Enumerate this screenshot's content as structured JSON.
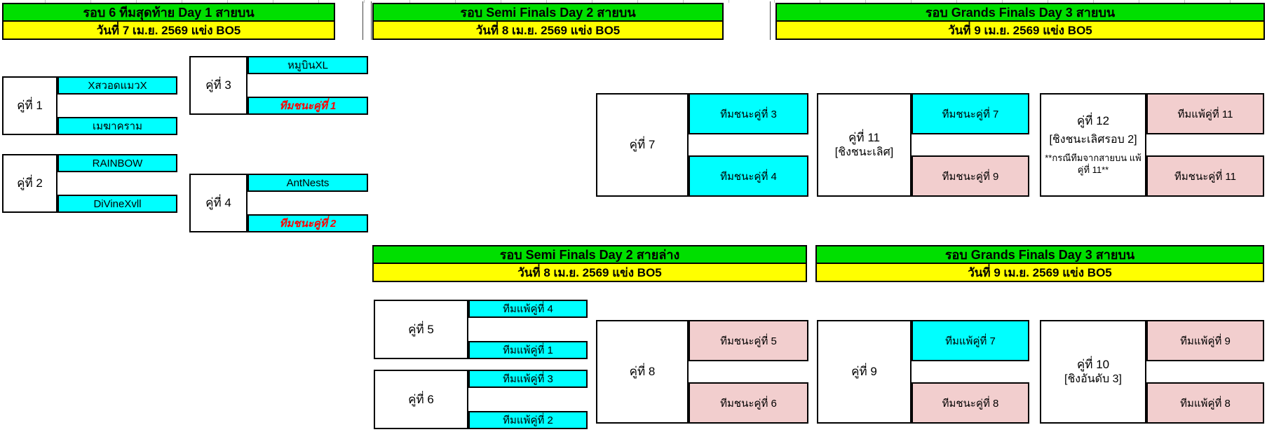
{
  "colors": {
    "green": "#00df00",
    "yellow": "#ffff00",
    "cyan": "#00ffff",
    "pink": "#f2cece",
    "red": "#ff0000",
    "border": "#000000"
  },
  "headers": [
    {
      "title": "รอบ 6 ทีมสุดท้าย Day 1 สายบน",
      "subtitle": "วันที่ 7 เม.ย. 2569 แข่ง BO5"
    },
    {
      "title": "รอบ Semi Finals Day 2 สายบน",
      "subtitle": "วันที่ 8 เม.ย. 2569 แข่ง BO5"
    },
    {
      "title": "รอบ Grands Finals Day 3 สายบน",
      "subtitle": "วันที่ 9 เม.ย. 2569 แข่ง BO5"
    },
    {
      "title": "รอบ Semi Finals Day 2 สายล่าง",
      "subtitle": "วันที่ 8 เม.ย. 2569 แข่ง BO5"
    },
    {
      "title": "รอบ Grands Finals Day 3 สายบน",
      "subtitle": "วันที่ 9 เม.ย. 2569 แข่ง BO5"
    }
  ],
  "matches": [
    {
      "label": "คู่ที่ 1",
      "slots": [
        {
          "text": "XสวอดแมวX"
        },
        {
          "text": "เมฆาคราม"
        }
      ]
    },
    {
      "label": "คู่ที่ 2",
      "slots": [
        {
          "text": "RAINBOW"
        },
        {
          "text": "DiVineXvll"
        }
      ]
    },
    {
      "label": "คู่ที่ 3",
      "slots": [
        {
          "text": "หมูบินXL"
        },
        {
          "text": "ทีมชนะคู่ที่ 1"
        }
      ]
    },
    {
      "label": "คู่ที่ 4",
      "slots": [
        {
          "text": "AntNests"
        },
        {
          "text": "ทีมชนะคู่ที่ 2"
        }
      ]
    },
    {
      "label": "คู่ที่ 7",
      "slots": [
        {
          "text": "ทีมชนะคู่ที่ 3"
        },
        {
          "text": "ทีมชนะคู่ที่ 4"
        }
      ]
    },
    {
      "label": "คู่ที่ 11",
      "sublabel": "[ชิงชนะเลิศ]",
      "slots": [
        {
          "text": "ทีมชนะคู่ที่ 7"
        },
        {
          "text": "ทีมชนะคู่ที่ 9"
        }
      ]
    },
    {
      "label": "คู่ที่ 12",
      "sublabel": "[ชิงชนะเลิศรอบ 2]",
      "note": "**กรณีทีมจากสายบน แพ้คู่ที่ 11**",
      "slots": [
        {
          "text": "ทีมแพ้คู่ที่ 11"
        },
        {
          "text": "ทีมชนะคู่ที่ 11"
        }
      ]
    },
    {
      "label": "คู่ที่ 5",
      "slots": [
        {
          "text": "ทีมแพ้คู่ที่ 4"
        },
        {
          "text": "ทีมแพ้คู่ที่ 1"
        }
      ]
    },
    {
      "label": "คู่ที่ 6",
      "slots": [
        {
          "text": "ทีมแพ้คู่ที่ 3"
        },
        {
          "text": "ทีมแพ้คู่ที่ 2"
        }
      ]
    },
    {
      "label": "คู่ที่ 8",
      "slots": [
        {
          "text": "ทีมชนะคู่ที่ 5"
        },
        {
          "text": "ทีมชนะคู่ที่ 6"
        }
      ]
    },
    {
      "label": "คู่ที่ 9",
      "slots": [
        {
          "text": "ทีมแพ้คู่ที่ 7"
        },
        {
          "text": "ทีมชนะคู่ที่ 8"
        }
      ]
    },
    {
      "label": "คู่ที่ 10",
      "sublabel": "[ชิงอันดับ 3]",
      "slots": [
        {
          "text": "ทีมแพ้คู่ที่ 9"
        },
        {
          "text": "ทีมแพ้คู่ที่ 8"
        }
      ]
    }
  ]
}
